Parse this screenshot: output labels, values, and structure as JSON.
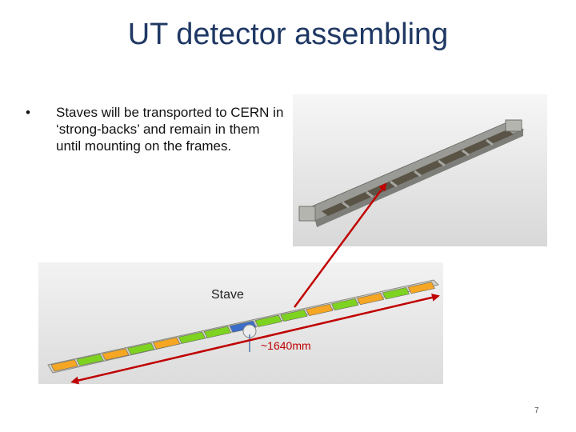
{
  "slide": {
    "title": "UT detector assembling",
    "bullet_char": "•",
    "bullets": [
      "Staves will be transported to CERN in ‘strong-backs’ and remain in them until mounting on the frames."
    ],
    "stave_label": "Stave",
    "length_label": "~1640mm",
    "page_number": "7"
  },
  "colors": {
    "title": "#1f3864",
    "arrow": "#c00000",
    "module_green": "#7ed321",
    "module_orange": "#f5a623",
    "module_blue": "#3a6ec8"
  }
}
